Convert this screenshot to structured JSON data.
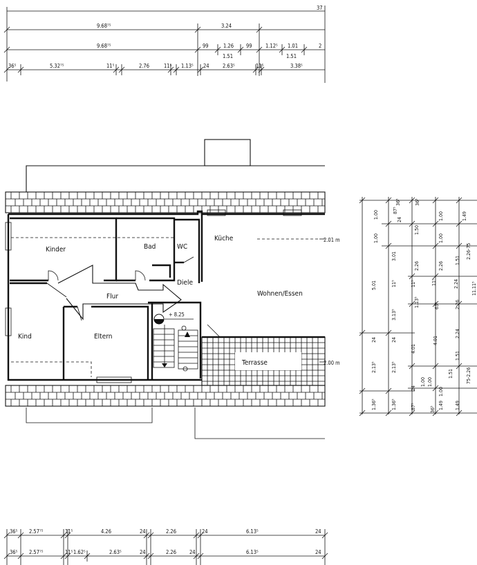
{
  "rooms": {
    "kinder": "Kinder",
    "bad": "Bad",
    "wc": "WC",
    "kueche": "Küche",
    "flur": "Flur",
    "diele": "Diele",
    "wohnen": "Wohnen/Essen",
    "kind": "Kind",
    "eltern": "Eltern",
    "terrasse": "Terrasse"
  },
  "level_mark": "+ 8.25",
  "height_marks": {
    "upper": "2.01 m",
    "lower": "2.00 m"
  },
  "top_dimensions": {
    "row1": [
      "37"
    ],
    "row2": [
      "9.68⁷⁵",
      "3.24"
    ],
    "row3": [
      "9.68⁷⁵",
      "99",
      "1.26",
      "99",
      "1.12⁵",
      "1.01",
      "2"
    ],
    "row3_sub": [
      "1.51",
      "1.51"
    ],
    "row4": [
      "36⁵",
      "5.32⁷⁵",
      "11⁵",
      "2.76",
      "11⁵",
      "1.13⁵",
      "24",
      "2.63⁵",
      "11⁵",
      "3.38⁵"
    ]
  },
  "bottom_dimensions": {
    "row1": [
      "36⁵",
      "2.57⁷⁵",
      "11⁵",
      "4.26",
      "24",
      "2.26",
      "24",
      "6.13⁵",
      "24"
    ],
    "row2": [
      "36⁵",
      "2.57⁷⁵",
      "11⁵",
      "1.62⁵",
      "2.63⁵",
      "24",
      "2.26",
      "24",
      "6.13⁵",
      "24"
    ]
  },
  "side_dimensions": {
    "col1": [
      "5.01",
      "24",
      "2.13⁵",
      "1.36⁵"
    ],
    "col2": [
      "1.00",
      "1.00",
      "3.01",
      "11⁵",
      "3.13⁵",
      "24",
      "2.13⁵",
      "1.36⁵",
      "87⁵"
    ],
    "col3": [
      "36⁵",
      "24",
      "87⁵",
      "1.50",
      "2.26",
      "11⁵",
      "1.13⁵",
      "4.01",
      "24",
      "1.00",
      "1.00",
      "36⁵"
    ],
    "col4": [
      "36⁵",
      "1.00",
      "1.00",
      "2.26",
      "11⁵",
      "63⁵",
      "2.24",
      "4.01",
      "1.51",
      "1.00",
      "1.49"
    ],
    "col5": [
      "1.49",
      "1.51",
      "2.26-75",
      "2.24",
      "2.26",
      "75-2.26",
      "1.51",
      "1.49",
      "11.11⁵"
    ]
  }
}
